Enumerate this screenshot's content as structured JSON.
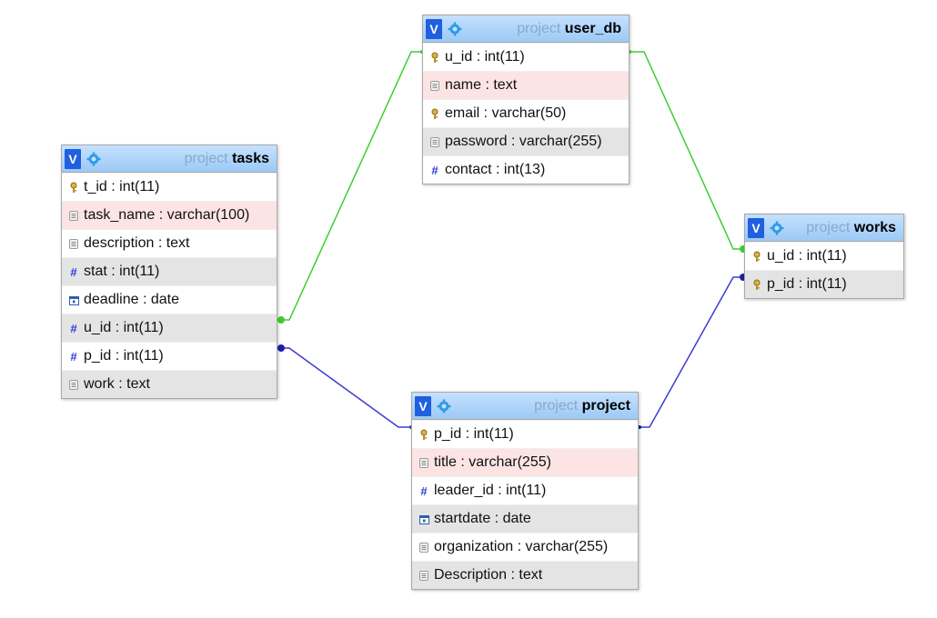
{
  "db_name": "project",
  "tables": {
    "tasks": {
      "name": "tasks",
      "columns": [
        {
          "label": "t_id : int(11)",
          "icon": "key-icon",
          "shade": "white"
        },
        {
          "label": "task_name : varchar(100)",
          "icon": "text-icon",
          "shade": "pink"
        },
        {
          "label": "description : text",
          "icon": "text-icon",
          "shade": "white"
        },
        {
          "label": "stat : int(11)",
          "icon": "number-icon",
          "shade": "grey"
        },
        {
          "label": "deadline : date",
          "icon": "date-icon",
          "shade": "white"
        },
        {
          "label": "u_id : int(11)",
          "icon": "number-icon",
          "shade": "grey"
        },
        {
          "label": "p_id : int(11)",
          "icon": "number-icon",
          "shade": "white"
        },
        {
          "label": "work : text",
          "icon": "text-icon",
          "shade": "grey"
        }
      ]
    },
    "user_db": {
      "name": "user_db",
      "columns": [
        {
          "label": "u_id : int(11)",
          "icon": "key-icon",
          "shade": "white"
        },
        {
          "label": "name : text",
          "icon": "text-icon",
          "shade": "pink"
        },
        {
          "label": "email : varchar(50)",
          "icon": "key-icon",
          "shade": "white"
        },
        {
          "label": "password : varchar(255)",
          "icon": "text-icon",
          "shade": "grey"
        },
        {
          "label": "contact : int(13)",
          "icon": "number-icon",
          "shade": "white"
        }
      ]
    },
    "works": {
      "name": "works",
      "columns": [
        {
          "label": "u_id : int(11)",
          "icon": "key-icon",
          "shade": "white"
        },
        {
          "label": "p_id : int(11)",
          "icon": "key-icon",
          "shade": "grey"
        }
      ]
    },
    "project": {
      "name": "project",
      "columns": [
        {
          "label": "p_id : int(11)",
          "icon": "key-icon",
          "shade": "white"
        },
        {
          "label": "title : varchar(255)",
          "icon": "text-icon",
          "shade": "pink"
        },
        {
          "label": "leader_id : int(11)",
          "icon": "number-icon",
          "shade": "white"
        },
        {
          "label": "startdate : date",
          "icon": "date-icon",
          "shade": "grey"
        },
        {
          "label": "organization : varchar(255)",
          "icon": "text-icon",
          "shade": "white"
        },
        {
          "label": "Description : text",
          "icon": "text-icon",
          "shade": "grey"
        }
      ]
    }
  },
  "toggle_label": "V",
  "relations": [
    {
      "from": "tasks.u_id",
      "to": "user_db.u_id",
      "color": "#3ccf2e"
    },
    {
      "from": "user_db.u_id",
      "to": "works.u_id",
      "color": "#3ccf2e"
    },
    {
      "from": "tasks.p_id",
      "to": "project.p_id",
      "color": "#3b3bd4"
    },
    {
      "from": "project.p_id",
      "to": "works.p_id",
      "color": "#3b3bd4"
    }
  ]
}
